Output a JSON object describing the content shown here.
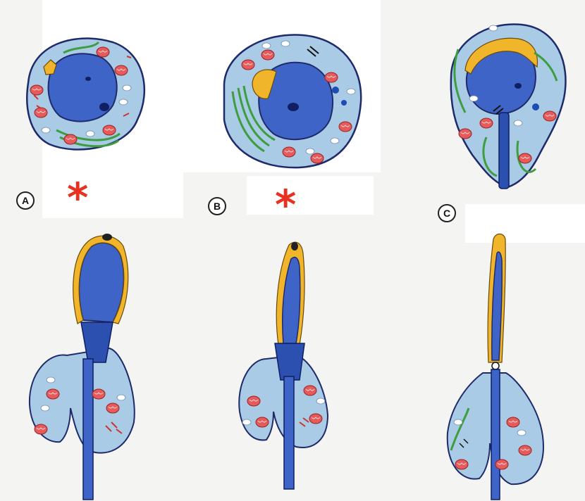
{
  "labels": {
    "a": "A",
    "b": "B",
    "c": "C"
  },
  "marks": {
    "asterisk_a": "*",
    "asterisk_b": "*"
  },
  "colors": {
    "cytoplasm": "#a9cbe6",
    "nucleus": "#3f64c8",
    "nucleolus": "#0f1f62",
    "acrosome": "#f0b52a",
    "mitochondria": "#e55a5a",
    "golgi": "#3e9d3e",
    "outline": "#1f2a6a",
    "asterisk": "#e8311f"
  }
}
